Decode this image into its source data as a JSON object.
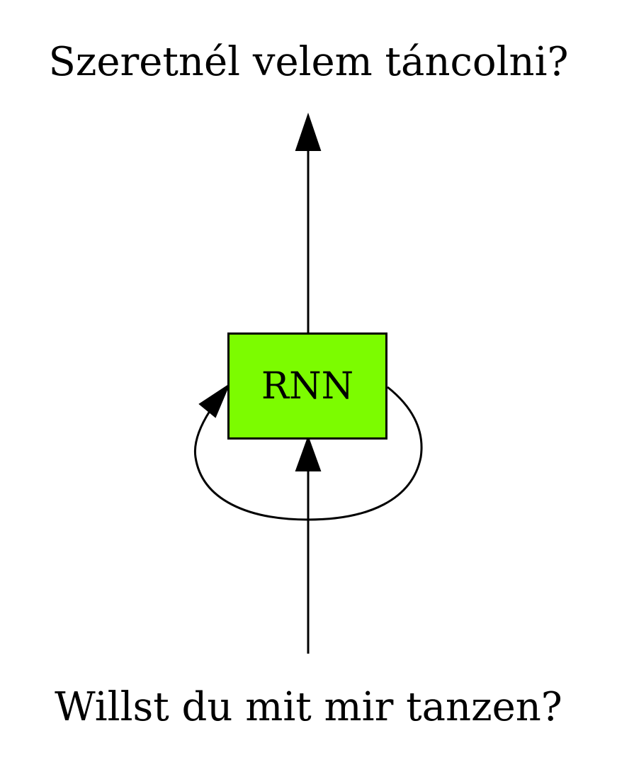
{
  "diagram": {
    "output_text": "Szeretnél velem táncolni?",
    "input_text": "Willst du mit mir tanzen?",
    "node": {
      "label": "RNN",
      "fill_color": "#7cfc00",
      "border_color": "#000000"
    },
    "edges": [
      {
        "from": "input",
        "to": "node"
      },
      {
        "from": "node",
        "to": "output"
      },
      {
        "from": "node",
        "to": "node"
      }
    ]
  }
}
